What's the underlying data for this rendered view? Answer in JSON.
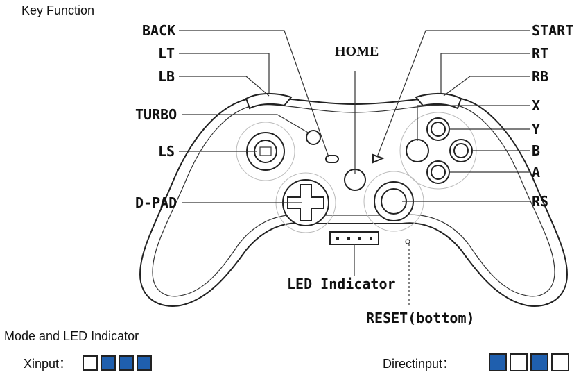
{
  "headings": {
    "key_function": "Key Function",
    "mode_led": "Mode and LED Indicator"
  },
  "labels": {
    "back": "BACK",
    "lt": "LT",
    "lb": "LB",
    "turbo": "TURBO",
    "ls": "LS",
    "dpad": "D-PAD",
    "home": "HOME",
    "start": "START",
    "rt": "RT",
    "rb": "RB",
    "x": "X",
    "y": "Y",
    "b": "B",
    "a": "A",
    "rs": "RS",
    "led_indicator": "LED Indicator",
    "reset": "RESET(bottom)"
  },
  "modes": {
    "xinput": {
      "label": "Xinput：",
      "leds": [
        false,
        true,
        true,
        true
      ]
    },
    "directinput": {
      "label": "Directinput：",
      "leds": [
        true,
        false,
        true,
        false
      ]
    }
  },
  "colors": {
    "led_on": "#1f5fae",
    "led_off": "#ffffff",
    "outline": "#222222"
  }
}
